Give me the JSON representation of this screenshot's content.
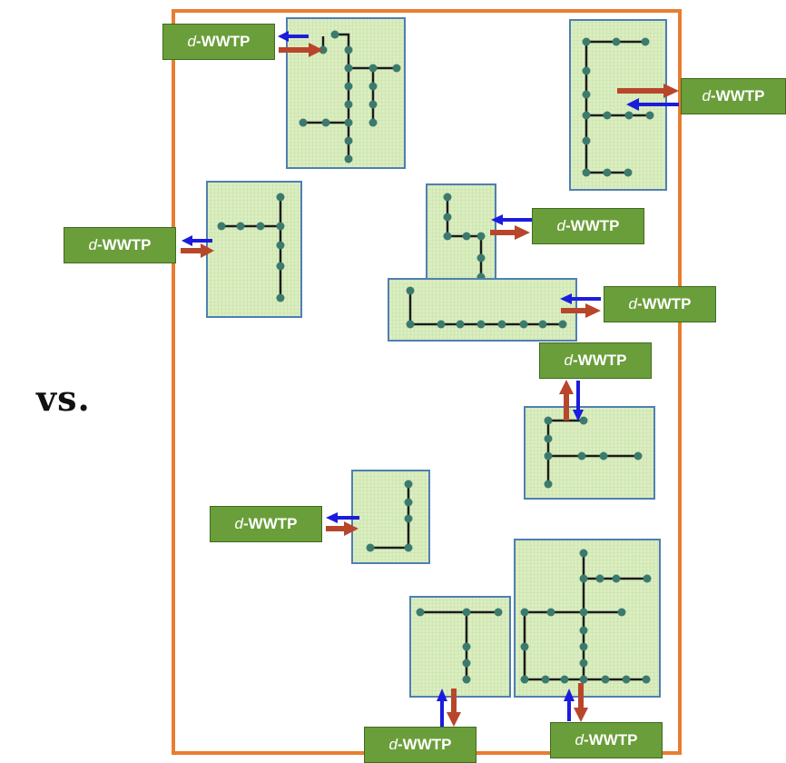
{
  "comparison_label": "vs.",
  "plant_label_prefix": "d",
  "plant_label_suffix": "-WWTP",
  "plants": [
    {
      "id": "wwtp-1"
    },
    {
      "id": "wwtp-2"
    },
    {
      "id": "wwtp-3"
    },
    {
      "id": "wwtp-4"
    },
    {
      "id": "wwtp-5"
    },
    {
      "id": "wwtp-6"
    },
    {
      "id": "wwtp-7"
    },
    {
      "id": "wwtp-8"
    },
    {
      "id": "wwtp-9"
    }
  ],
  "colors": {
    "boundary": "#e87d31",
    "cluster_fill": "#dbeec0",
    "cluster_border": "#4f7fb3",
    "node": "#3c7a6e",
    "pipe": "#1b1b1b",
    "inflow_arrow": "#b8462a",
    "outflow_arrow": "#1c1cdc",
    "plant_fill": "#6a9e3a"
  }
}
